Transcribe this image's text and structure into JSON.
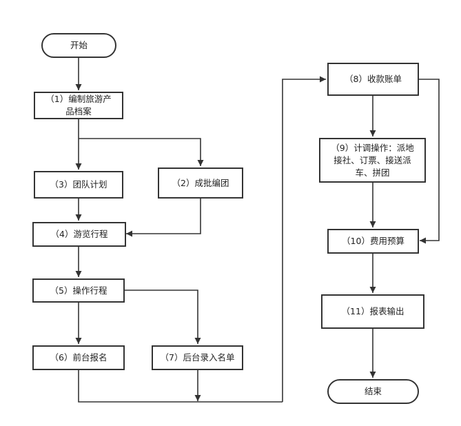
{
  "flowchart": {
    "start": "开始",
    "n1": "（1）编制旅游产\n品档案",
    "n2": "（2）成批编团",
    "n3": "（3）团队计划",
    "n4": "（4）游览行程",
    "n5": "（5）操作行程",
    "n6": "（6）前台报名",
    "n7": "（7）后台录入名单",
    "n8": "（8）收款账单",
    "n9": "（9）计调操作：派地\n接社、订票、接送派\n车、拼团",
    "n10": "（10）费用预算",
    "n11": "（11）报表输出",
    "end": "结束"
  },
  "colors": {
    "line": "#333333",
    "fill": "#ffffff",
    "text": "#222222"
  }
}
